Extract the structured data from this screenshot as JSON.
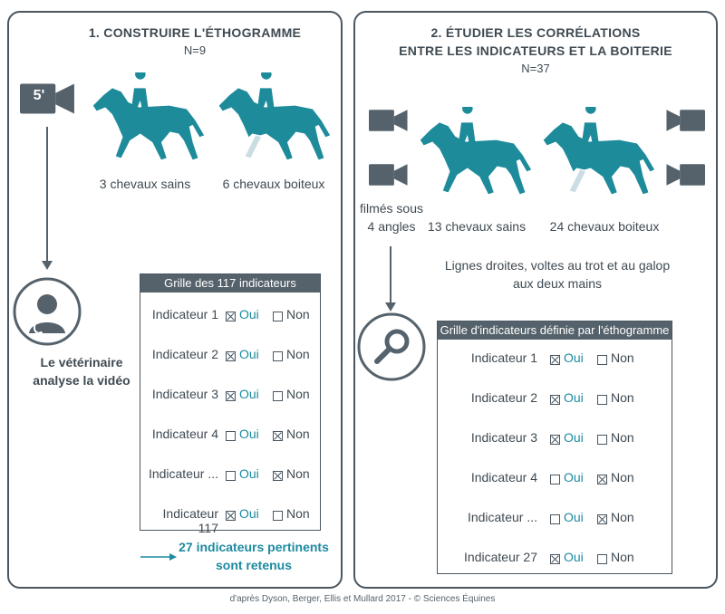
{
  "colors": {
    "teal": "#1e8b9b",
    "dark": "#4a5660",
    "light": "#c9dde3"
  },
  "left": {
    "title": "1. CONSTRUIRE L'ÉTHOGRAMME",
    "n": "N=9",
    "camera_label": "5'",
    "horse_sound": "3 chevaux sains",
    "horse_lame": "6 chevaux boiteux",
    "vet_text_1": "Le vétérinaire",
    "vet_text_2": "analyse la vidéo",
    "grid_title": "Grille des 117 indicateurs",
    "rows": [
      {
        "label": "Indicateur 1",
        "checked": "oui"
      },
      {
        "label": "Indicateur 2",
        "checked": "oui"
      },
      {
        "label": "Indicateur 3",
        "checked": "oui"
      },
      {
        "label": "Indicateur 4",
        "checked": "non"
      },
      {
        "label": "Indicateur ...",
        "checked": "non"
      },
      {
        "label": "Indicateur 117",
        "checked": "oui"
      }
    ],
    "result_1": "27 indicateurs pertinents",
    "result_2": "sont retenus"
  },
  "right": {
    "title_1": "2. ÉTUDIER LES CORRÉLATIONS",
    "title_2": "ENTRE LES INDICATEURS ET LA BOITERIE",
    "n": "N=37",
    "filmed_1": "filmés sous",
    "filmed_2": "4 angles",
    "horse_sound": "13 chevaux sains",
    "horse_lame": "24 chevaux boiteux",
    "lines_1": "Lignes droites, voltes au trot et au galop",
    "lines_2": "aux deux mains",
    "grid_title": "Grille d'indicateurs définie par l'éthogramme",
    "rows": [
      {
        "label": "Indicateur 1",
        "checked": "oui"
      },
      {
        "label": "Indicateur 2",
        "checked": "oui"
      },
      {
        "label": "Indicateur 3",
        "checked": "oui"
      },
      {
        "label": "Indicateur 4",
        "checked": "non"
      },
      {
        "label": "Indicateur ...",
        "checked": "non"
      },
      {
        "label": "Indicateur 27",
        "checked": "oui"
      }
    ]
  },
  "options": {
    "oui": "Oui",
    "non": "Non"
  },
  "footer": "d'après Dyson, Berger, Ellis et Mullard 2017 - © Sciences Équines",
  "icons": [
    "video-camera-icon",
    "horse-rider-icon",
    "veterinarian-icon",
    "magnifier-icon",
    "arrow-down-icon",
    "arrow-right-icon"
  ]
}
